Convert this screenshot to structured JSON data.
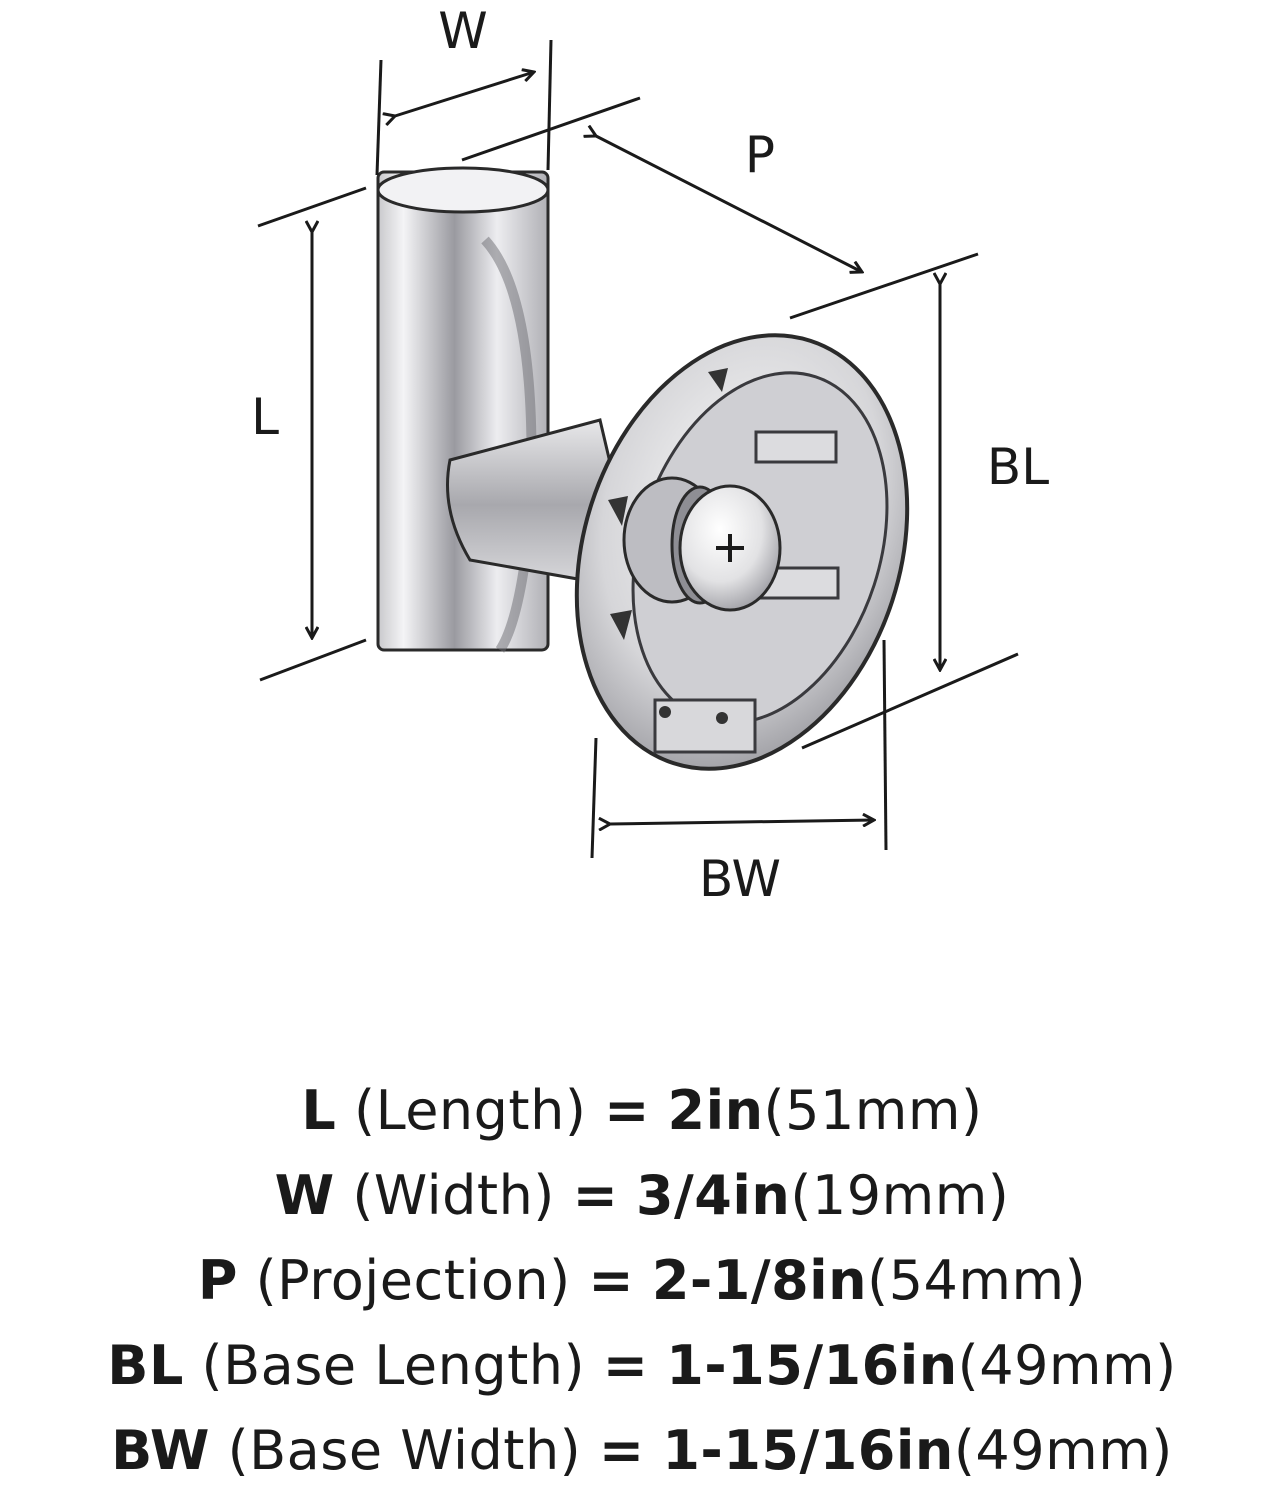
{
  "labels": {
    "w": "W",
    "p": "P",
    "l": "L",
    "bl": "BL",
    "bw": "BW"
  },
  "specs": [
    {
      "code": "L",
      "name": "(Length)",
      "eq": "=",
      "imperial": "2in",
      "metric": "(51mm)"
    },
    {
      "code": "W",
      "name": "(Width)",
      "eq": "=",
      "imperial": "3/4in",
      "metric": "(19mm)"
    },
    {
      "code": "P",
      "name": "(Projection)",
      "eq": "=",
      "imperial": "2-1/8in",
      "metric": "(54mm)"
    },
    {
      "code": "BL",
      "name": "(Base Length)",
      "eq": "=",
      "imperial": "1-15/16in",
      "metric": "(49mm)"
    },
    {
      "code": "BW",
      "name": "(Base Width)",
      "eq": "=",
      "imperial": "1-15/16in",
      "metric": "(49mm)"
    }
  ]
}
